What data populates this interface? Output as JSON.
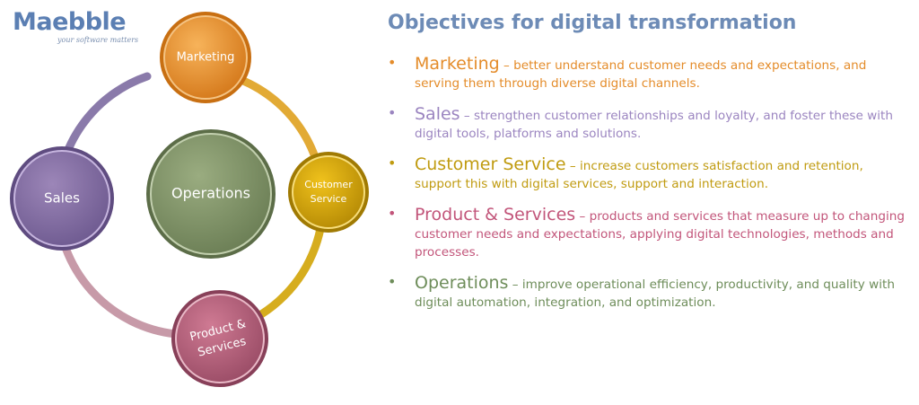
{
  "logo": {
    "wordmark": "Maebble",
    "tagline": "your software matters"
  },
  "diagram": {
    "nodes": {
      "marketing": "Marketing",
      "sales": "Sales",
      "operations": "Operations",
      "customer_service_line1": "Customer",
      "customer_service_line2": "Service",
      "product_line1": "Product &",
      "product_line2": "Services"
    }
  },
  "panel": {
    "title": "Objectives for digital transformation",
    "objectives": [
      {
        "name": "Marketing",
        "text": " – better understand customer needs and expectations, and serving them through diverse digital channels.",
        "color": "#e48c2a"
      },
      {
        "name": "Sales",
        "text": " – strengthen customer relationships and loyalty, and foster these with digital tools, platforms and solutions.",
        "color": "#9b85c0"
      },
      {
        "name": "Customer Service",
        "text": " – increase customers satisfaction and retention, support this with digital services, support and interaction.",
        "color": "#c09b10"
      },
      {
        "name": "Product & Services",
        "text": " – products and services that measure up to changing customer needs and expectations, applying digital technologies, methods and processes.",
        "color": "#c2557a"
      },
      {
        "name": "Operations",
        "text": " – improve operational efficiency, productivity, and quality with digital automation, integration, and optimization.",
        "color": "#6e8d5a"
      }
    ]
  }
}
